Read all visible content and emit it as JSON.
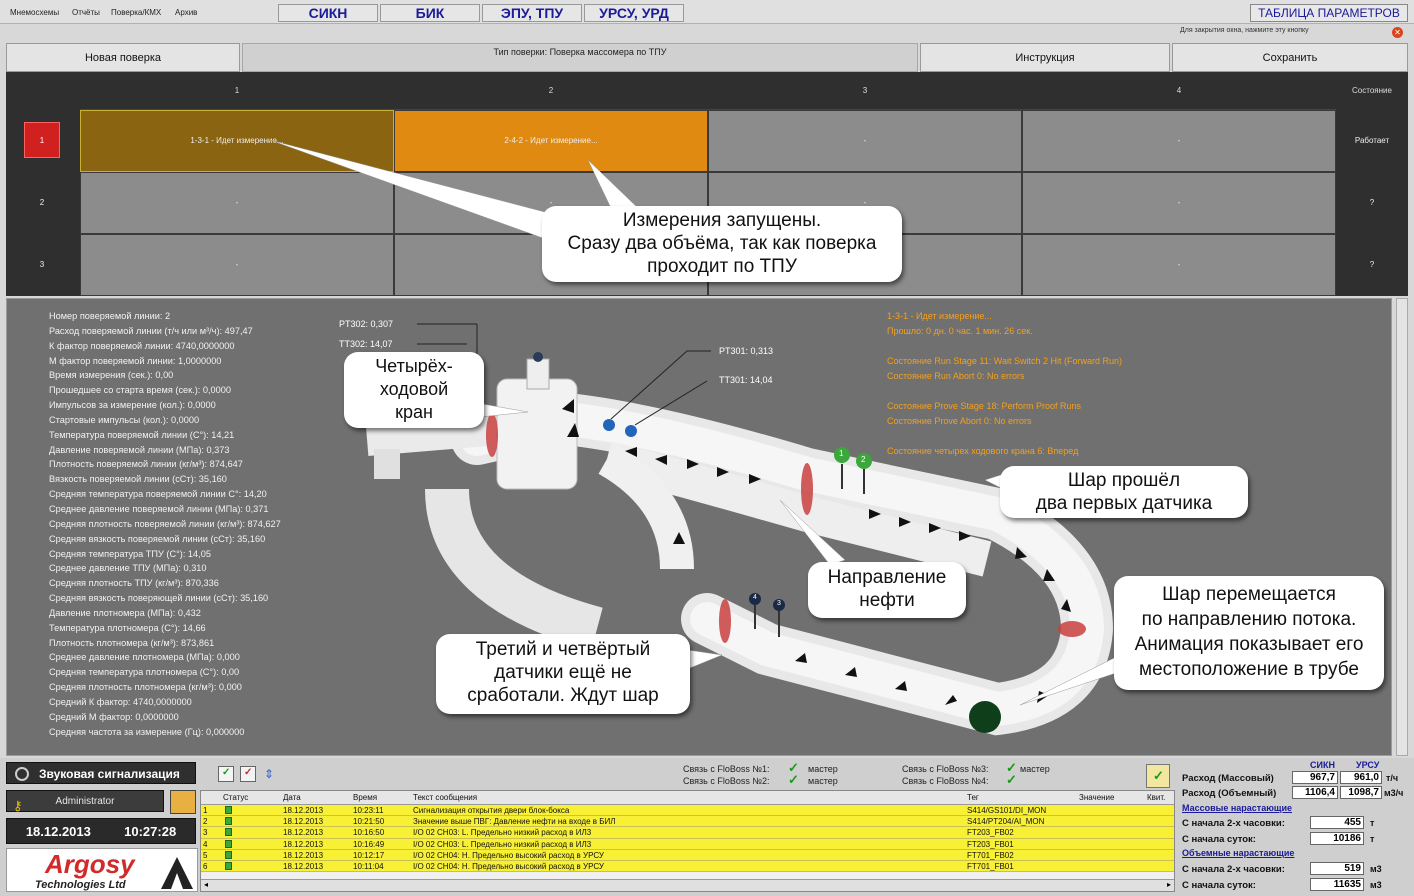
{
  "menu": [
    "Мнемосхемы",
    "Отчёты",
    "Поверка/КМХ",
    "Архив"
  ],
  "systems": [
    "СИКН",
    "БИК",
    "ЭПУ, ТПУ",
    "УРСУ, УРД"
  ],
  "param_table": "ТАБЛИЦА ПАРАМЕТРОВ",
  "close_hint": "Для закрытия окна, нажмите эту кнопку",
  "actions": {
    "new_verification": "Новая поверка",
    "verification_type": "Тип поверки: Поверка массомера по ТПУ",
    "instruction": "Инструкция",
    "save": "Сохранить"
  },
  "grid": {
    "columns": [
      "1",
      "2",
      "3",
      "4"
    ],
    "state_header": "Состояние",
    "rows": [
      {
        "num": "1",
        "cells": [
          "1-3-1 - Идет измерение...",
          "2-4-2 - Идет измерение...",
          "-",
          "-"
        ],
        "state": "Работает"
      },
      {
        "num": "2",
        "cells": [
          "-",
          "-",
          "-",
          "-"
        ],
        "state": "?"
      },
      {
        "num": "3",
        "cells": [
          "-",
          "-",
          "-",
          "-"
        ],
        "state": "?"
      }
    ]
  },
  "params": [
    "Номер поверяемой линии: 2",
    "Расход поверяемой линии (т/ч или м³/ч): 497,47",
    "К фактор поверяемой линии: 4740,0000000",
    "М фактор поверяемой линии: 1,0000000",
    "Время измерения (сек.): 0,00",
    "Прошедшее со старта время (сек.): 0,0000",
    "Импульсов за измерение (кол.): 0,0000",
    "Стартовые импульсы (кол.): 0,0000",
    "Температура поверяемой линии (С°): 14,21",
    "Давление поверяемой линии (МПа): 0,373",
    "Плотность поверяемой линии (кг/м³): 874,647",
    "Вязкость поверяемой линии (сСт): 35,160",
    "Средняя температура поверяемой линии С°: 14,20",
    "Среднее давление поверяемой линии (МПа): 0,371",
    "Средняя плотность поверяемой линии (кг/м³): 874,627",
    "Средняя вязкость поверяемой линии (сСт): 35,160",
    "Средняя температура ТПУ (С°): 14,05",
    "Среднее давление ТПУ (МПа): 0,310",
    "Средняя плотность ТПУ (кг/м³): 870,336",
    "Средняя вязкость поверяющей линии (сСт): 35,160",
    "Давление плотномера (МПа): 0,432",
    "Температура плотномера (С°): 14,66",
    "Плотность плотномера (кг/м³): 873,861",
    "Среднее давление плотномера (МПа): 0,000",
    "Средняя температура плотномера (С°): 0,00",
    "Средняя плотность плотномера (кг/м³): 0,000",
    "Средний К фактор: 4740,0000000",
    "Средний М фактор: 0,0000000",
    "Средняя частота за измерение (Гц): 0,000000"
  ],
  "status_lines": [
    "1-3-1 - Идет измерение...",
    "Прошло: 0 дн. 0 час. 1 мин. 26 сек.",
    "",
    "Состояние Run Stage 11: Wait Switch 2 Hit (Forward Run)",
    "Состояние Run Abort 0: No errors",
    "",
    "Состояние Prove Stage 18: Perform Proof Runs",
    "Состояние Prove Abort 0: No errors",
    "",
    "Состояние четырех ходового крана 6: Вперед"
  ],
  "sensors": {
    "pt302": "PT302: 0,307",
    "tt302": "TT302: 14,07",
    "pt301": "PT301: 0,313",
    "tt301": "TT301: 14,04",
    "d1": "1",
    "d2": "2",
    "d3": "3",
    "d4": "4"
  },
  "callouts": {
    "started": "Измерения запущены.\nСразу два объёма, так как поверка\nпроходит по ТПУ",
    "valve": "Четырёх-\nходовой\nкран",
    "ball_passed": "Шар прошёл\nдва первых датчика",
    "direction": "Направление\nнефти",
    "ball_moves": "Шар перемещается\nпо направлению потока.\nАнимация показывает его\nместоположение в трубе",
    "sensors_wait": "Третий и четвёртый\nдатчики ещё не\nсработали. Ждут шар"
  },
  "bottom": {
    "sound": "Звуковая сигнализация",
    "user": "Administrator",
    "date": "18.12.2013",
    "time": "10:27:28",
    "logo_main": "Argosy",
    "logo_sub": "Technologies Ltd",
    "links": [
      {
        "label": "Связь с FloBoss №1:",
        "role": "мастер"
      },
      {
        "label": "Связь с FloBoss №2:",
        "role": "мастер"
      },
      {
        "label": "Связь с FloBoss №3:",
        "role": "мастер"
      },
      {
        "label": "Связь с FloBoss №4:",
        "role": "мастер"
      }
    ]
  },
  "log": {
    "headers": [
      "Статус",
      "Дата",
      "Время",
      "Текст сообщения",
      "Тег",
      "Значение",
      "Квит."
    ],
    "rows": [
      [
        "1",
        "18.12.2013",
        "10:23:11",
        "Сигнализация открытия двери блок-бокса",
        "S414/GS101/DI_MON"
      ],
      [
        "2",
        "18.12.2013",
        "10:21:50",
        "Значение выше ПВГ: Давление нефти на входе в БИЛ",
        "S414/PT204/AI_MON"
      ],
      [
        "3",
        "18.12.2013",
        "10:16:50",
        "I/O 02 CH03: L. Предельно низкий расход в ИЛ3",
        "FT203_FB02"
      ],
      [
        "4",
        "18.12.2013",
        "10:16:49",
        "I/O 02 CH03: L. Предельно низкий расход в ИЛ3",
        "FT203_FB01"
      ],
      [
        "5",
        "18.12.2013",
        "10:12:17",
        "I/O 02 CH04: H. Предельно высокий расход в УРСУ",
        "FT701_FB02"
      ],
      [
        "6",
        "18.12.2013",
        "10:11:04",
        "I/O 02 CH04: H. Предельно высокий расход в УРСУ",
        "FT701_FB01"
      ]
    ]
  },
  "flow": {
    "col_sikn": "СИКН",
    "col_ursu": "УРСУ",
    "mass_label": "Расход (Массовый)",
    "mass_sikn": "967,7",
    "mass_ursu": "961,0",
    "mass_unit": "т/ч",
    "vol_label": "Расход (Объемный)",
    "vol_sikn": "1106,4",
    "vol_ursu": "1098,7",
    "vol_unit": "м3/ч",
    "mass_cum_link": "Массовые нарастающие",
    "since_2h_label": "С начала 2-х часовки:",
    "mass_2h": "455",
    "mass_2h_unit": "т",
    "since_day_label": "С начала суток:",
    "mass_day": "10186",
    "mass_day_unit": "т",
    "vol_cum_link": "Объемные нарастающие",
    "vol_2h": "519",
    "vol_2h_unit": "м3",
    "vol_day": "11635",
    "vol_day_unit": "м3"
  },
  "colors": {
    "cell_active_dark": "#8a6410",
    "cell_active": "#e08a12",
    "status_orange": "#f3a01e",
    "alarm_yellow": "#f7f034",
    "row_marker_red": "#d02020"
  }
}
